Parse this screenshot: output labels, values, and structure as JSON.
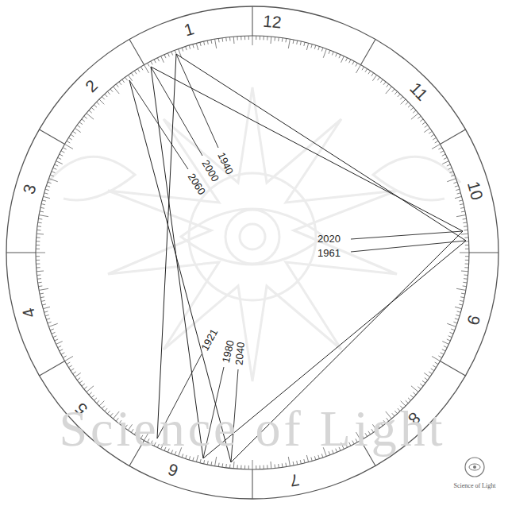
{
  "diagram": {
    "labels": [
      "12",
      "1",
      "2",
      "3",
      "4",
      "5",
      "6",
      "7",
      "8",
      "9",
      "10",
      "11",
      "1940",
      "2000",
      "2060",
      "2020",
      "1961",
      "1921",
      "1980",
      "2040",
      "Science of Light",
      "Science of Light"
    ]
  }
}
